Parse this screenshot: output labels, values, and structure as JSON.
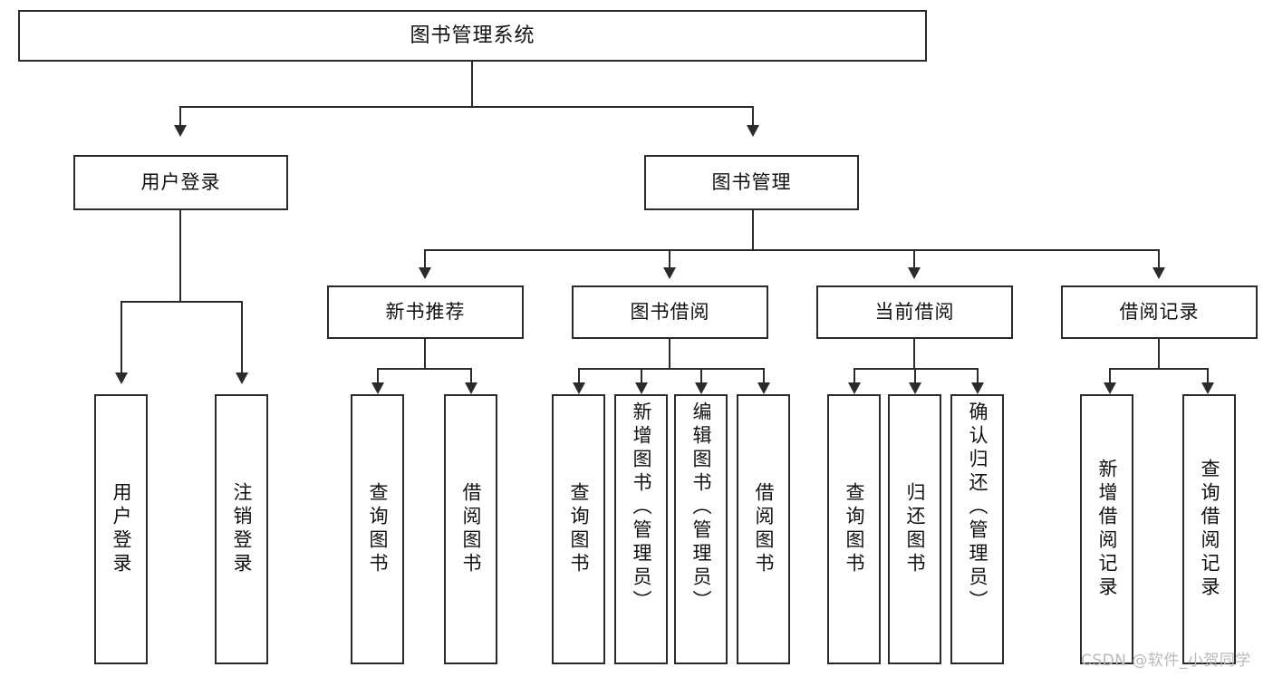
{
  "diagram": {
    "title": "图书管理系统",
    "type": "tree",
    "watermark": "CSDN @软件_小贺同学",
    "colors": {
      "box_border": "#2b2b2b",
      "box_fill": "#ffffff",
      "connector": "#2b2b2b",
      "text": "#111111",
      "watermark": "#b9b9b9",
      "background": "#ffffff"
    },
    "root": {
      "label": "图书管理系统"
    },
    "level2": [
      {
        "label": "用户登录"
      },
      {
        "label": "图书管理"
      }
    ],
    "level3": [
      {
        "label": "新书推荐"
      },
      {
        "label": "图书借阅"
      },
      {
        "label": "当前借阅"
      },
      {
        "label": "借阅记录"
      }
    ],
    "leaves": {
      "user_login": [
        {
          "label": "用户登录"
        },
        {
          "label": "注销登录"
        }
      ],
      "new_book": [
        {
          "label": "查询图书"
        },
        {
          "label": "借阅图书"
        }
      ],
      "borrow_book": [
        {
          "label": "查询图书"
        },
        {
          "label": "新增图书（管理员）"
        },
        {
          "label": "编辑图书（管理员）"
        },
        {
          "label": "借阅图书"
        }
      ],
      "current_borrow": [
        {
          "label": "查询图书"
        },
        {
          "label": "归还图书"
        },
        {
          "label": "确认归还（管理员）"
        }
      ],
      "borrow_record": [
        {
          "label": "新增借阅记录"
        },
        {
          "label": "查询借阅记录"
        }
      ]
    }
  }
}
